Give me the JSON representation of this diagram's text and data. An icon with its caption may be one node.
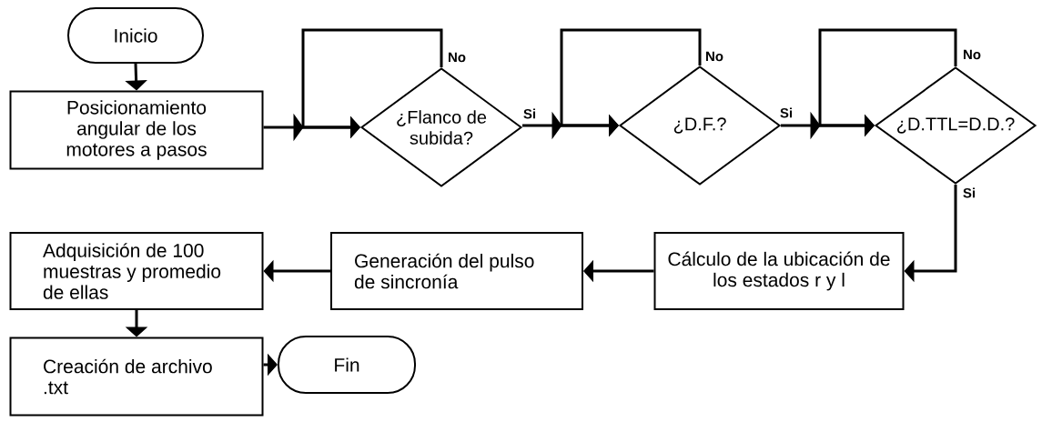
{
  "diagram": {
    "nodes": [
      {
        "text": [
          "Inicio"
        ]
      },
      {
        "text": [
          "Posicionamiento angular de los motores a pasos"
        ]
      },
      {
        "text": [
          "¿Flanco de subida?"
        ]
      },
      {
        "text": [
          "¿D.F.?"
        ]
      },
      {
        "text": [
          "¿D.TTL=D.D.?"
        ]
      },
      {
        "text": [
          "Cálculo de la ubicación de los estados r y l"
        ]
      },
      {
        "text": [
          "Generación del pulso de sincronía"
        ]
      },
      {
        "text": [
          "Adquisición de 100 muestras y promedio de ellas"
        ]
      },
      {
        "text": [
          "Creación de archivo .txt"
        ]
      },
      {
        "text": [
          "Fin"
        ]
      }
    ],
    "edges": [
      {
        "from": 0,
        "to": 1,
        "arrow": "to"
      },
      {
        "from": 1,
        "to": 2,
        "arrow": "to"
      },
      {
        "from": 2,
        "to": 2,
        "arrow": "to",
        "label": "No"
      },
      {
        "from": 2,
        "to": 3,
        "arrow": "to",
        "label": "Si"
      },
      {
        "from": 3,
        "to": 3,
        "arrow": "to",
        "label": "No"
      },
      {
        "from": 3,
        "to": 4,
        "arrow": "to",
        "label": "Si"
      },
      {
        "from": 4,
        "to": 4,
        "arrow": "to",
        "label": "No"
      },
      {
        "from": 4,
        "to": 5,
        "arrow": "to",
        "label": "Si"
      },
      {
        "from": 5,
        "to": 6,
        "arrow": "to"
      },
      {
        "from": 6,
        "to": 7,
        "arrow": "to"
      },
      {
        "from": 7,
        "to": 8,
        "arrow": "to"
      },
      {
        "from": 8,
        "to": 9,
        "arrow": "to"
      }
    ]
  }
}
